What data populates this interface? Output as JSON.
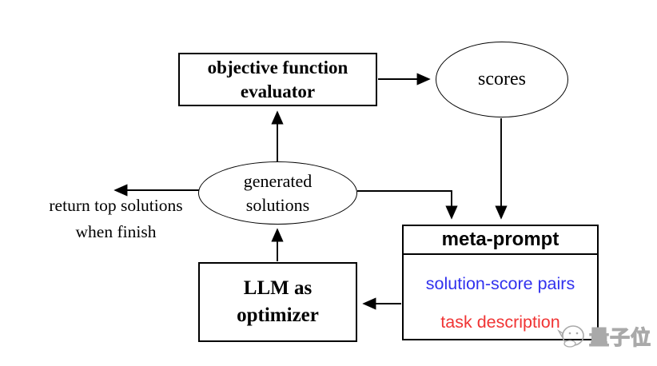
{
  "diagram": {
    "nodes": {
      "evaluator": {
        "line1": "objective function",
        "line2": "evaluator"
      },
      "scores": {
        "label": "scores"
      },
      "generated_solutions": {
        "line1": "generated",
        "line2": "solutions"
      },
      "return_note": {
        "line1": "return top solutions",
        "line2": "when finish"
      },
      "meta_prompt": {
        "title": "meta-prompt",
        "items": [
          {
            "label": "solution-score pairs",
            "color": "#3232ee"
          },
          {
            "label": "task description",
            "color": "#f03434"
          }
        ]
      },
      "llm_optimizer": {
        "line1": "LLM as",
        "line2": "optimizer"
      }
    },
    "colors": {
      "line": "#000000",
      "node_border": "#000000",
      "background": "#ffffff",
      "solution_score_pairs": "#3232ee",
      "task_description": "#f03434",
      "watermark": "#a9a9a9"
    }
  },
  "watermark": {
    "text": "量子位"
  }
}
